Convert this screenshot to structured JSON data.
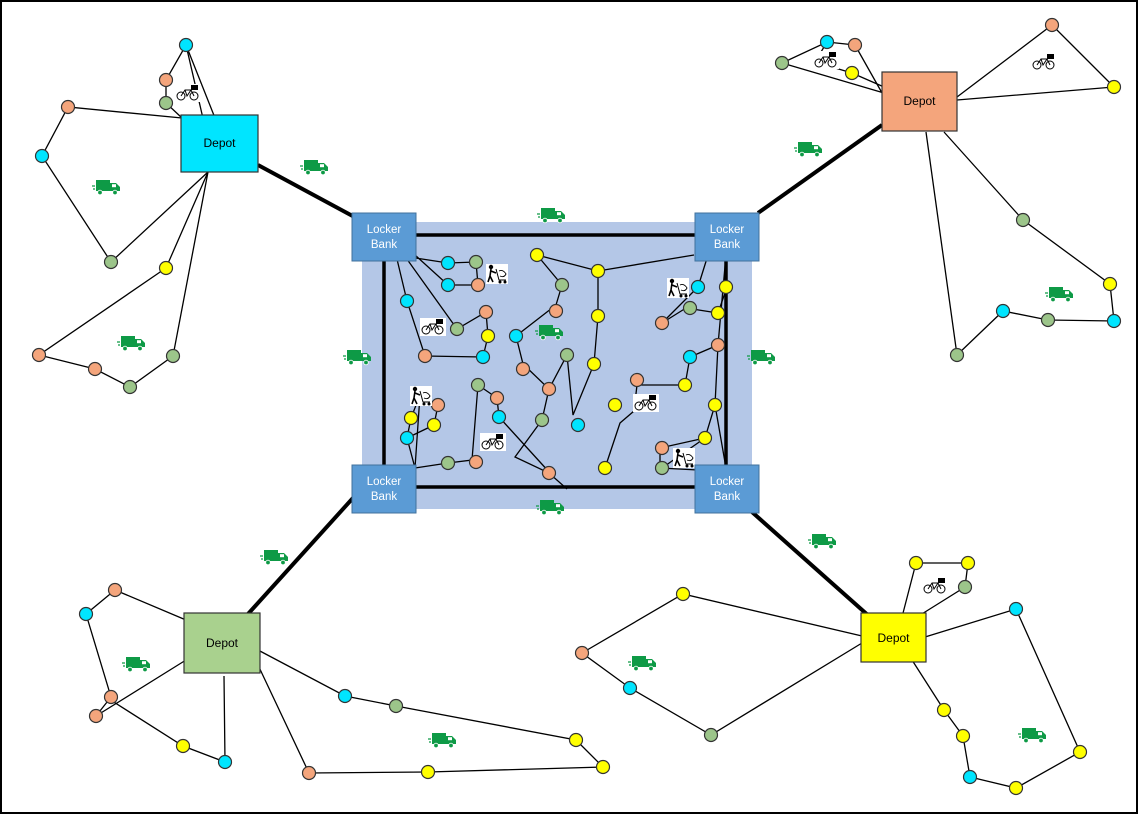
{
  "colors": {
    "cyan": "#00E5FF",
    "peach": "#F4A57C",
    "green": "#9CC58A",
    "yellow": "#FFFF00",
    "locker": "#5B9BD5",
    "zone": "#B4C7E7",
    "truck": "#0E9A46"
  },
  "depots": [
    {
      "id": "depot-cyan",
      "label": "Depot",
      "color": "#00E5FF"
    },
    {
      "id": "depot-peach",
      "label": "Depot",
      "color": "#F4A57C"
    },
    {
      "id": "depot-green",
      "label": "Depot",
      "color": "#A9D18E"
    },
    {
      "id": "depot-yellow",
      "label": "Depot",
      "color": "#FFFF00"
    }
  ],
  "lockers": [
    {
      "id": "locker-top-left",
      "line1": "Locker",
      "line2": "Bank"
    },
    {
      "id": "locker-top-right",
      "line1": "Locker",
      "line2": "Bank"
    },
    {
      "id": "locker-bottom-left",
      "line1": "Locker",
      "line2": "Bank"
    },
    {
      "id": "locker-bottom-right",
      "line1": "Locker",
      "line2": "Bank"
    }
  ],
  "icons": [
    "truck-icon",
    "cargo-bike-icon",
    "porter-trolley-icon"
  ]
}
